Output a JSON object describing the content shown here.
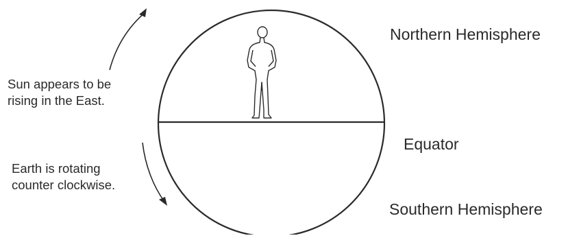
{
  "labels": {
    "northern": "Northern Hemisphere",
    "equator": "Equator",
    "southern": "Southern Hemisphere"
  },
  "notes": {
    "sun": [
      "Sun appears to be",
      "rising in the East."
    ],
    "earth": [
      "Earth is rotating",
      "counter clockwise."
    ]
  },
  "colors": {
    "ink": "#2a2a2a",
    "background": "#ffffff"
  }
}
